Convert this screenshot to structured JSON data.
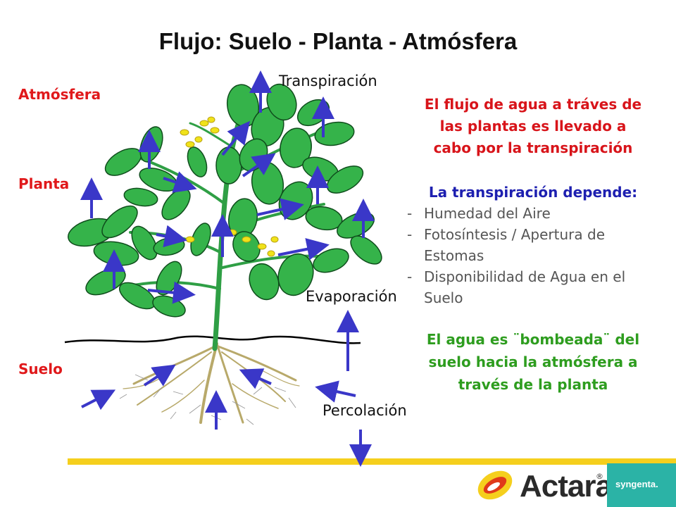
{
  "title": "Flujo: Suelo - Planta - Atmósfera",
  "zones": {
    "atmosphere": "Atmósfera",
    "plant": "Planta",
    "soil": "Suelo"
  },
  "flows": {
    "transpiration": "Transpiración",
    "evaporation": "Evaporación",
    "percolation": "Percolación"
  },
  "red_text": {
    "line1": "El flujo de agua a tráves de",
    "line2": "las plantas es llevado a",
    "line3": "cabo por la transpiración"
  },
  "dependence": {
    "heading": "La transpiración depende:",
    "items": [
      {
        "dash": "-",
        "line1": "Humedad del Aire",
        "line2": ""
      },
      {
        "dash": "-",
        "line1": "Fotosíntesis / Apertura de",
        "line2": "Estomas"
      },
      {
        "dash": "-",
        "line1": "Disponibilidad de Agua en el",
        "line2": "Suelo"
      }
    ]
  },
  "green_text": {
    "line1": "El agua es ¨bombeada¨ del",
    "line2": "suelo hacia la atmósfera a",
    "line3": "través de la planta"
  },
  "logos": {
    "actara": "Actara",
    "actara_mark": "®",
    "syngenta": "syngenta."
  },
  "colors": {
    "zone_red": "#e0191b",
    "text_red": "#d8141a",
    "heading_blue": "#1d1fb0",
    "list_gray": "#555555",
    "green_text": "#2e9d1f",
    "arrow_blue": "#3a37c8",
    "leaf_green": "#35b34a",
    "soil_line": "#000000",
    "ground_yellow": "#f5cf1d",
    "logo_teal": "#2bb3a6"
  }
}
